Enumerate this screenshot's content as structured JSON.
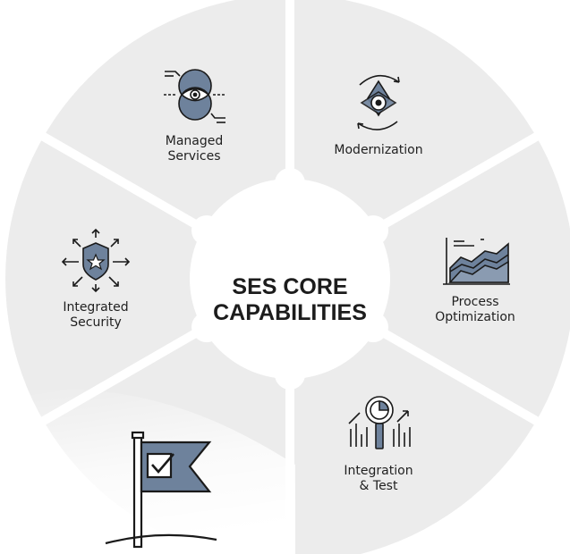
{
  "center": {
    "line1": "SES CORE",
    "line2": "CAPABILITIES"
  },
  "segments": [
    {
      "name": "managed-services",
      "lines": [
        "Managed",
        "Services"
      ],
      "icon": "eye-venn-icon"
    },
    {
      "name": "modernization",
      "lines": [
        "Modernization"
      ],
      "icon": "rotate-target-icon"
    },
    {
      "name": "process-optimization",
      "lines": [
        "Process",
        "Optimization"
      ],
      "icon": "area-chart-icon"
    },
    {
      "name": "integration-test",
      "lines": [
        "Integration",
        "& Test"
      ],
      "icon": "magnifier-bars-icon"
    },
    {
      "name": "mission",
      "lines": [],
      "icon": "flag-check-icon"
    },
    {
      "name": "integrated-security",
      "lines": [
        "Integrated",
        "Security"
      ],
      "icon": "shield-star-icon"
    }
  ],
  "colors": {
    "segment": "#ececec",
    "gap": "#ffffff",
    "icon_fill": "#6e829c",
    "icon_stroke": "#1a1a1a",
    "text": "#1f1f1f"
  }
}
